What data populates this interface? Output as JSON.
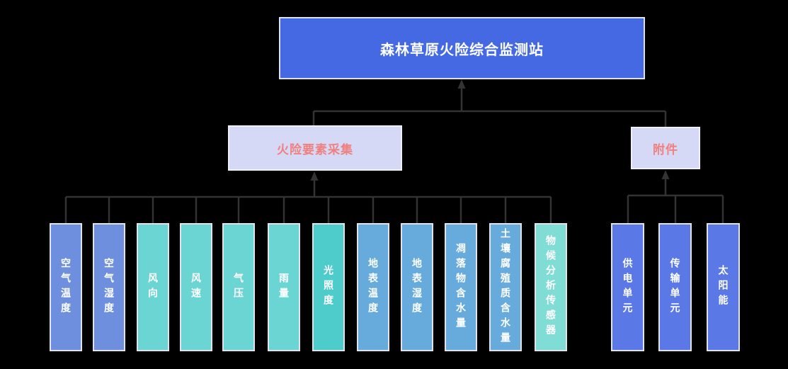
{
  "root": {
    "label": "森林草原火险综合监测站",
    "color": "#4469E3"
  },
  "groups": [
    {
      "label": "火险要素采集",
      "children": [
        {
          "label": "空气温度",
          "color": "#6E8FDE"
        },
        {
          "label": "空气湿度",
          "color": "#6E8FDE"
        },
        {
          "label": "风向",
          "color": "#6BD5D3"
        },
        {
          "label": "风速",
          "color": "#6BD5D3"
        },
        {
          "label": "气压",
          "color": "#6BD5D3"
        },
        {
          "label": "雨量",
          "color": "#6BD5D3"
        },
        {
          "label": "光照度",
          "color": "#4ECBCB"
        },
        {
          "label": "地表温度",
          "color": "#66ABDB"
        },
        {
          "label": "地表湿度",
          "color": "#66ABDB"
        },
        {
          "label": "凋落物含水量",
          "color": "#66ABDB"
        },
        {
          "label": "土壤腐殖质含水量",
          "color": "#66ABDB"
        },
        {
          "label": "物候分析传感器",
          "color": "#80DDD6"
        }
      ]
    },
    {
      "label": "附件",
      "children": [
        {
          "label": "供电单元",
          "color": "#5A78E6"
        },
        {
          "label": "传输单元",
          "color": "#5A78E6"
        },
        {
          "label": "太阳能",
          "color": "#5A78E6"
        }
      ]
    }
  ],
  "colors": {
    "background": "#000000",
    "root_fill": "#4469E3",
    "group_fill": "#D6D9F5",
    "group_text": "#F08080",
    "node_text": "#FFFFFF",
    "node_border": "#E2E3EA",
    "connector": "#333333"
  }
}
